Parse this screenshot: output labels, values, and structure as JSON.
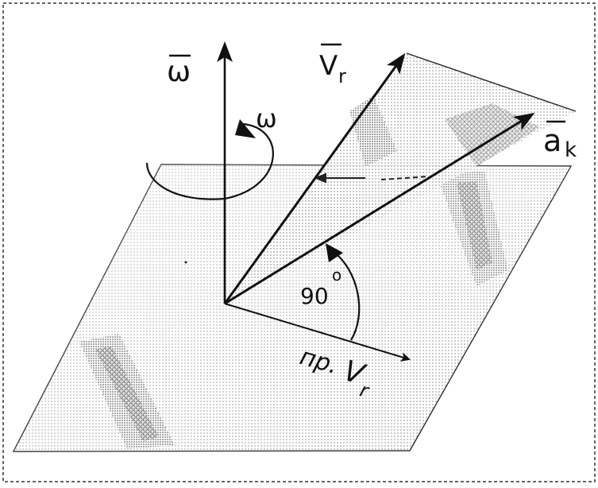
{
  "diagram": {
    "labels": {
      "omega_vector": "ω",
      "omega_rotation": "ω",
      "v_r": "V",
      "v_r_sub": "r",
      "a_k": "a",
      "a_k_sub": "k",
      "angle": "90",
      "angle_unit": "o",
      "projection_prefix": "пр.",
      "projection_v": "V",
      "projection_sub": "r"
    },
    "colors": {
      "ink": "#111111",
      "plane_shade": "#cfcfcf",
      "triangle_shade": "#bdbdbd",
      "border": "#333333"
    }
  }
}
